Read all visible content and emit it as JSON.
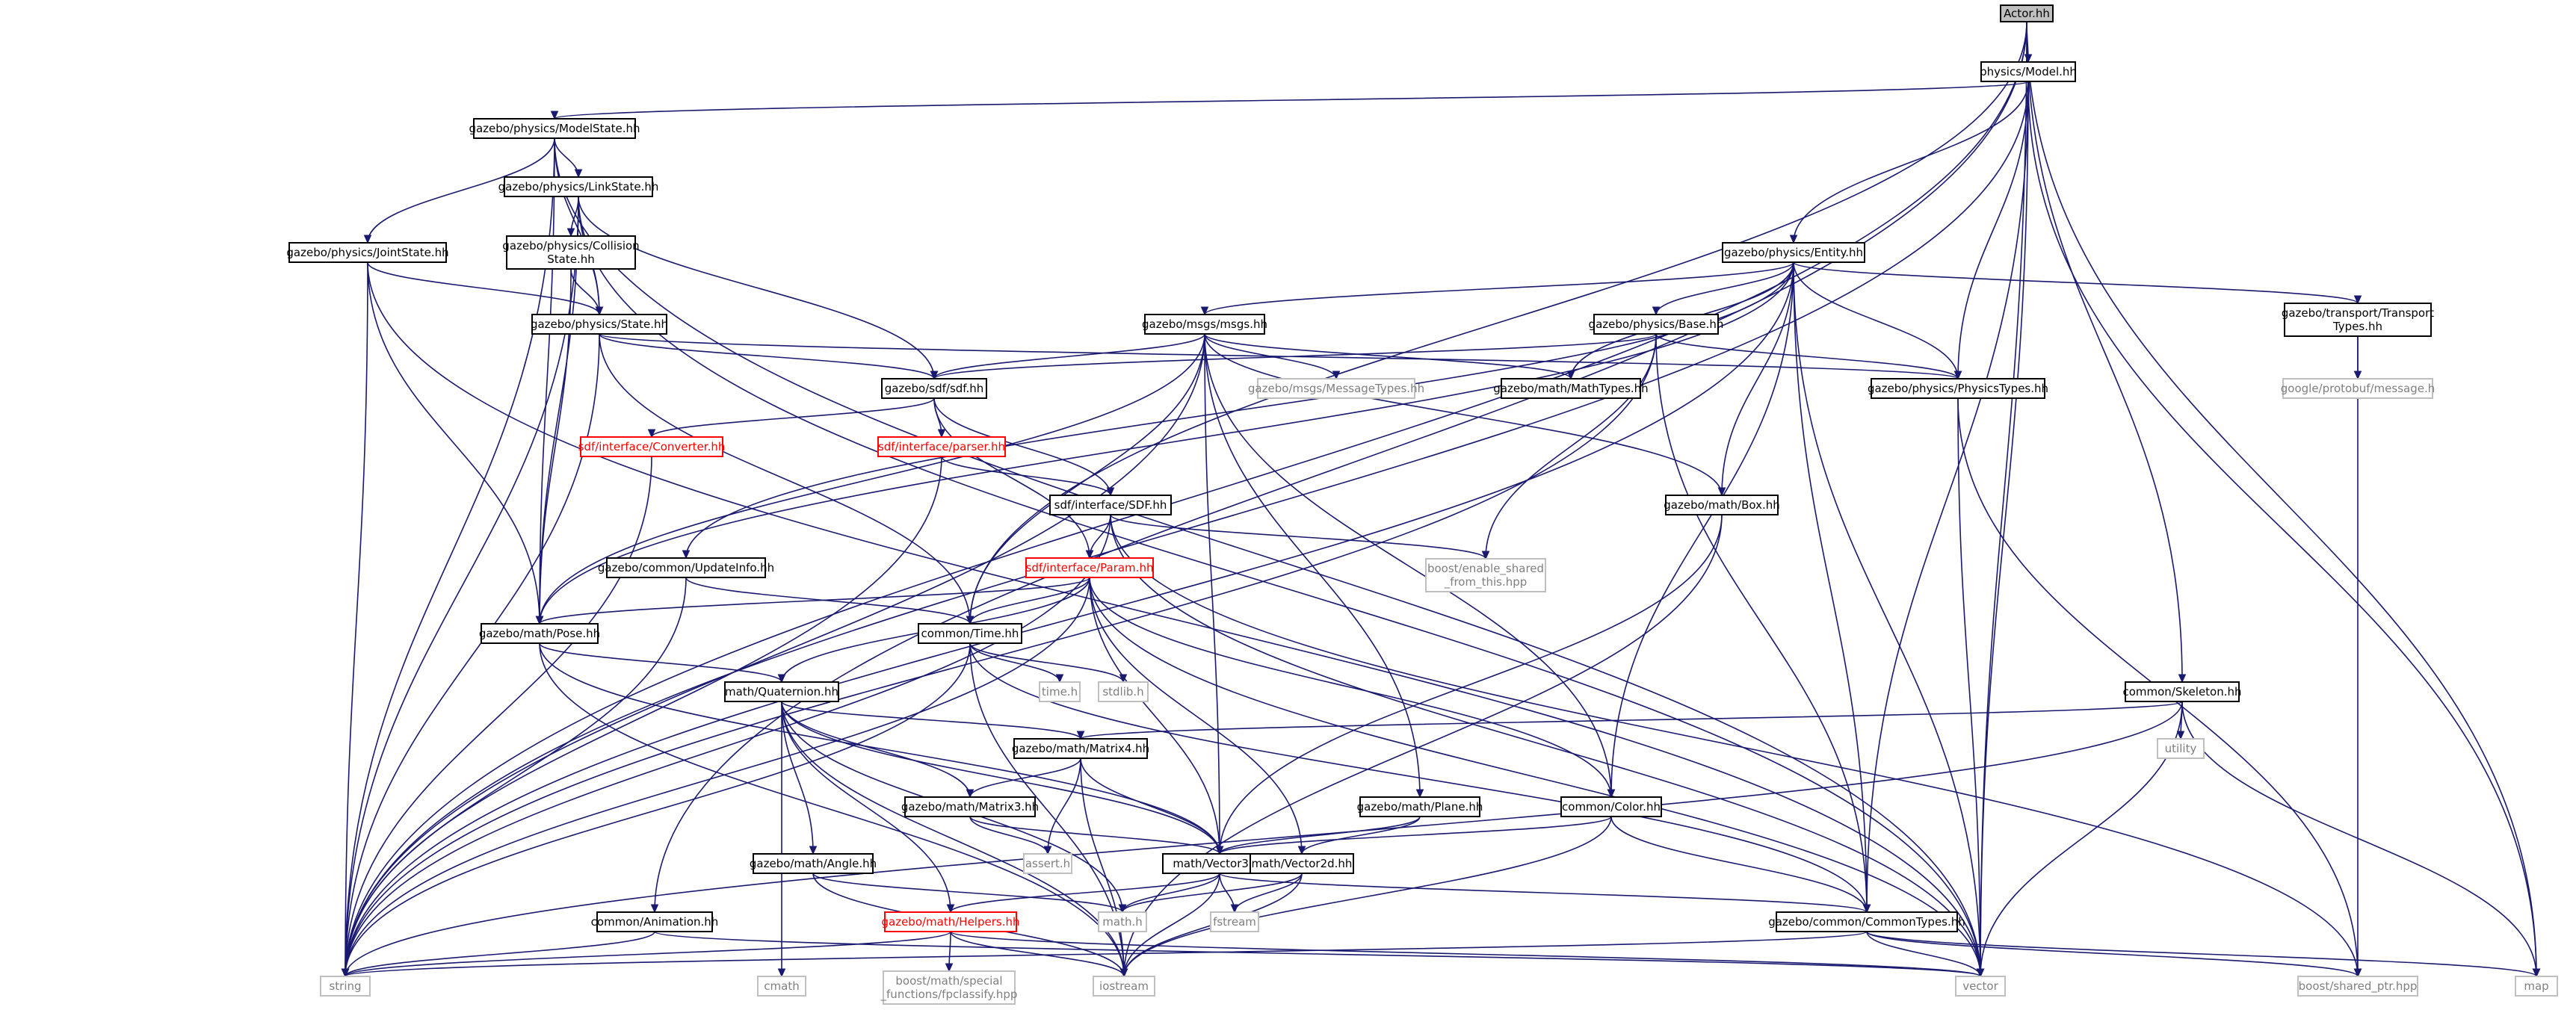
{
  "colors": {
    "edge": "#191970",
    "root_fill": "#bfbfbf",
    "missing_border": "#ff0000",
    "system_text": "#7f7f7f"
  },
  "nodes": [
    {
      "id": "actor",
      "label": "Actor.hh",
      "kind": "root"
    },
    {
      "id": "model",
      "label": "physics/Model.hh",
      "kind": "normal"
    },
    {
      "id": "modelstate",
      "label": "gazebo/physics/ModelState.hh",
      "kind": "normal"
    },
    {
      "id": "linkstate",
      "label": "gazebo/physics/LinkState.hh",
      "kind": "normal"
    },
    {
      "id": "jointstate",
      "label": "gazebo/physics/JointState.hh",
      "kind": "normal"
    },
    {
      "id": "collisionstate",
      "label": "gazebo/physics/Collision\nState.hh",
      "kind": "normal"
    },
    {
      "id": "state",
      "label": "gazebo/physics/State.hh",
      "kind": "normal"
    },
    {
      "id": "entity",
      "label": "gazebo/physics/Entity.hh",
      "kind": "normal"
    },
    {
      "id": "msgs",
      "label": "gazebo/msgs/msgs.hh",
      "kind": "normal"
    },
    {
      "id": "base",
      "label": "gazebo/physics/Base.hh",
      "kind": "normal"
    },
    {
      "id": "transport",
      "label": "gazebo/transport/Transport\nTypes.hh",
      "kind": "normal"
    },
    {
      "id": "sdfhh",
      "label": "gazebo/sdf/sdf.hh",
      "kind": "normal"
    },
    {
      "id": "msgtypes",
      "label": "gazebo/msgs/MessageTypes.hh",
      "kind": "sys"
    },
    {
      "id": "mathtypes",
      "label": "gazebo/math/MathTypes.hh",
      "kind": "normal"
    },
    {
      "id": "physicstypes",
      "label": "gazebo/physics/PhysicsTypes.hh",
      "kind": "normal"
    },
    {
      "id": "protobuf",
      "label": "google/protobuf/message.h",
      "kind": "sys"
    },
    {
      "id": "converter",
      "label": "sdf/interface/Converter.hh",
      "kind": "red"
    },
    {
      "id": "parser",
      "label": "sdf/interface/parser.hh",
      "kind": "red"
    },
    {
      "id": "sdfif",
      "label": "sdf/interface/SDF.hh",
      "kind": "normal"
    },
    {
      "id": "box",
      "label": "gazebo/math/Box.hh",
      "kind": "normal"
    },
    {
      "id": "updateinfo",
      "label": "gazebo/common/UpdateInfo.hh",
      "kind": "normal"
    },
    {
      "id": "param",
      "label": "sdf/interface/Param.hh",
      "kind": "red"
    },
    {
      "id": "enableshared",
      "label": "boost/enable_shared\n_from_this.hpp",
      "kind": "sys"
    },
    {
      "id": "pose",
      "label": "gazebo/math/Pose.hh",
      "kind": "normal"
    },
    {
      "id": "time",
      "label": "common/Time.hh",
      "kind": "normal"
    },
    {
      "id": "timeh",
      "label": "time.h",
      "kind": "sys"
    },
    {
      "id": "stdlib",
      "label": "stdlib.h",
      "kind": "sys"
    },
    {
      "id": "skeleton",
      "label": "common/Skeleton.hh",
      "kind": "normal"
    },
    {
      "id": "utility",
      "label": "utility",
      "kind": "sys"
    },
    {
      "id": "quaternion",
      "label": "math/Quaternion.hh",
      "kind": "normal"
    },
    {
      "id": "matrix4",
      "label": "gazebo/math/Matrix4.hh",
      "kind": "normal"
    },
    {
      "id": "matrix3",
      "label": "gazebo/math/Matrix3.hh",
      "kind": "normal"
    },
    {
      "id": "plane",
      "label": "gazebo/math/Plane.hh",
      "kind": "normal"
    },
    {
      "id": "color",
      "label": "common/Color.hh",
      "kind": "normal"
    },
    {
      "id": "asserth",
      "label": "assert.h",
      "kind": "sys"
    },
    {
      "id": "angle",
      "label": "gazebo/math/Angle.hh",
      "kind": "normal"
    },
    {
      "id": "vector3",
      "label": "math/Vector3.hh",
      "kind": "normal"
    },
    {
      "id": "vector2d",
      "label": "math/Vector2d.hh",
      "kind": "normal"
    },
    {
      "id": "animation",
      "label": "common/Animation.hh",
      "kind": "normal"
    },
    {
      "id": "helpers",
      "label": "gazebo/math/Helpers.hh",
      "kind": "red"
    },
    {
      "id": "mathh",
      "label": "math.h",
      "kind": "sys"
    },
    {
      "id": "fstream",
      "label": "fstream",
      "kind": "sys"
    },
    {
      "id": "commontypes",
      "label": "gazebo/common/CommonTypes.hh",
      "kind": "normal"
    },
    {
      "id": "string",
      "label": "string",
      "kind": "sys"
    },
    {
      "id": "cmath",
      "label": "cmath",
      "kind": "sys"
    },
    {
      "id": "fpclassify",
      "label": "boost/math/special\n_functions/fpclassify.hpp",
      "kind": "sys"
    },
    {
      "id": "iostream",
      "label": "iostream",
      "kind": "sys"
    },
    {
      "id": "vector",
      "label": "vector",
      "kind": "sys"
    },
    {
      "id": "sharedptr",
      "label": "boost/shared_ptr.hpp",
      "kind": "sys"
    },
    {
      "id": "map",
      "label": "map",
      "kind": "sys"
    }
  ],
  "edges": [
    [
      "actor",
      "model"
    ],
    [
      "actor",
      "string"
    ],
    [
      "actor",
      "vector"
    ],
    [
      "actor",
      "map"
    ],
    [
      "actor",
      "skeleton"
    ],
    [
      "actor",
      "animation"
    ],
    [
      "actor",
      "time"
    ],
    [
      "model",
      "modelstate"
    ],
    [
      "model",
      "entity"
    ],
    [
      "model",
      "physicstypes"
    ],
    [
      "model",
      "commontypes"
    ],
    [
      "model",
      "string"
    ],
    [
      "model",
      "vector"
    ],
    [
      "model",
      "map"
    ],
    [
      "modelstate",
      "linkstate"
    ],
    [
      "modelstate",
      "jointstate"
    ],
    [
      "modelstate",
      "state"
    ],
    [
      "modelstate",
      "pose"
    ],
    [
      "modelstate",
      "string"
    ],
    [
      "modelstate",
      "vector"
    ],
    [
      "linkstate",
      "collisionstate"
    ],
    [
      "linkstate",
      "state"
    ],
    [
      "linkstate",
      "pose"
    ],
    [
      "linkstate",
      "sdfhh"
    ],
    [
      "linkstate",
      "string"
    ],
    [
      "linkstate",
      "vector"
    ],
    [
      "jointstate",
      "state"
    ],
    [
      "jointstate",
      "pose"
    ],
    [
      "jointstate",
      "string"
    ],
    [
      "jointstate",
      "vector"
    ],
    [
      "collisionstate",
      "state"
    ],
    [
      "collisionstate",
      "pose"
    ],
    [
      "state",
      "sdfhh"
    ],
    [
      "state",
      "time"
    ],
    [
      "state",
      "physicstypes"
    ],
    [
      "state",
      "string"
    ],
    [
      "entity",
      "msgs"
    ],
    [
      "entity",
      "base"
    ],
    [
      "entity",
      "transport"
    ],
    [
      "entity",
      "mathtypes"
    ],
    [
      "entity",
      "physicstypes"
    ],
    [
      "entity",
      "box"
    ],
    [
      "entity",
      "updateinfo"
    ],
    [
      "entity",
      "color"
    ],
    [
      "entity",
      "pose"
    ],
    [
      "entity",
      "commontypes"
    ],
    [
      "entity",
      "string"
    ],
    [
      "entity",
      "vector"
    ],
    [
      "msgs",
      "sdfhh"
    ],
    [
      "msgs",
      "msgtypes"
    ],
    [
      "msgs",
      "mathtypes"
    ],
    [
      "msgs",
      "vector3"
    ],
    [
      "msgs",
      "pose"
    ],
    [
      "msgs",
      "plane"
    ],
    [
      "msgs",
      "box"
    ],
    [
      "msgs",
      "time"
    ],
    [
      "msgs",
      "color"
    ],
    [
      "msgs",
      "string"
    ],
    [
      "base",
      "sdfhh"
    ],
    [
      "base",
      "physicstypes"
    ],
    [
      "base",
      "enableshared"
    ],
    [
      "base",
      "commontypes"
    ],
    [
      "base",
      "string"
    ],
    [
      "transport",
      "protobuf"
    ],
    [
      "transport",
      "sharedptr"
    ],
    [
      "sdfhh",
      "converter"
    ],
    [
      "sdfhh",
      "parser"
    ],
    [
      "sdfhh",
      "sdfif"
    ],
    [
      "sdfhh",
      "param"
    ],
    [
      "converter",
      "string"
    ],
    [
      "parser",
      "sdfif"
    ],
    [
      "parser",
      "string"
    ],
    [
      "sdfif",
      "param"
    ],
    [
      "sdfif",
      "enableshared"
    ],
    [
      "sdfif",
      "sharedptr"
    ],
    [
      "sdfif",
      "vector"
    ],
    [
      "sdfif",
      "string"
    ],
    [
      "physicstypes",
      "vector"
    ],
    [
      "physicstypes",
      "sharedptr"
    ],
    [
      "box",
      "vector3"
    ],
    [
      "box",
      "iostream"
    ],
    [
      "updateinfo",
      "time"
    ],
    [
      "updateinfo",
      "string"
    ],
    [
      "param",
      "pose"
    ],
    [
      "param",
      "time"
    ],
    [
      "param",
      "quaternion"
    ],
    [
      "param",
      "vector3"
    ],
    [
      "param",
      "vector2d"
    ],
    [
      "param",
      "color"
    ],
    [
      "param",
      "string"
    ],
    [
      "param",
      "vector"
    ],
    [
      "pose",
      "quaternion"
    ],
    [
      "pose",
      "vector3"
    ],
    [
      "pose",
      "iostream"
    ],
    [
      "time",
      "timeh"
    ],
    [
      "time",
      "stdlib"
    ],
    [
      "time",
      "iostream"
    ],
    [
      "time",
      "commontypes"
    ],
    [
      "time",
      "string"
    ],
    [
      "skeleton",
      "utility"
    ],
    [
      "skeleton",
      "map"
    ],
    [
      "skeleton",
      "vector"
    ],
    [
      "skeleton",
      "matrix4"
    ],
    [
      "skeleton",
      "string"
    ],
    [
      "quaternion",
      "matrix4"
    ],
    [
      "quaternion",
      "matrix3"
    ],
    [
      "quaternion",
      "vector3"
    ],
    [
      "quaternion",
      "angle"
    ],
    [
      "quaternion",
      "helpers"
    ],
    [
      "quaternion",
      "mathh"
    ],
    [
      "quaternion",
      "iostream"
    ],
    [
      "quaternion",
      "cmath"
    ],
    [
      "matrix4",
      "matrix3"
    ],
    [
      "matrix4",
      "vector3"
    ],
    [
      "matrix4",
      "asserth"
    ],
    [
      "matrix4",
      "iostream"
    ],
    [
      "matrix3",
      "vector3"
    ],
    [
      "matrix3",
      "asserth"
    ],
    [
      "plane",
      "vector3"
    ],
    [
      "plane",
      "vector2d"
    ],
    [
      "color",
      "vector3"
    ],
    [
      "color",
      "commontypes"
    ],
    [
      "color",
      "iostream"
    ],
    [
      "angle",
      "mathh"
    ],
    [
      "angle",
      "iostream"
    ],
    [
      "vector3",
      "helpers"
    ],
    [
      "vector3",
      "mathh"
    ],
    [
      "vector3",
      "fstream"
    ],
    [
      "vector3",
      "iostream"
    ],
    [
      "vector3",
      "commontypes"
    ],
    [
      "vector2d",
      "mathh"
    ],
    [
      "vector2d",
      "fstream"
    ],
    [
      "vector2d",
      "iostream"
    ],
    [
      "animation",
      "string"
    ],
    [
      "animation",
      "vector"
    ],
    [
      "helpers",
      "fpclassify"
    ],
    [
      "helpers",
      "iostream"
    ],
    [
      "helpers",
      "string"
    ],
    [
      "helpers",
      "vector"
    ],
    [
      "commontypes",
      "vector"
    ],
    [
      "commontypes",
      "map"
    ],
    [
      "commontypes",
      "string"
    ],
    [
      "commontypes",
      "sharedptr"
    ]
  ]
}
